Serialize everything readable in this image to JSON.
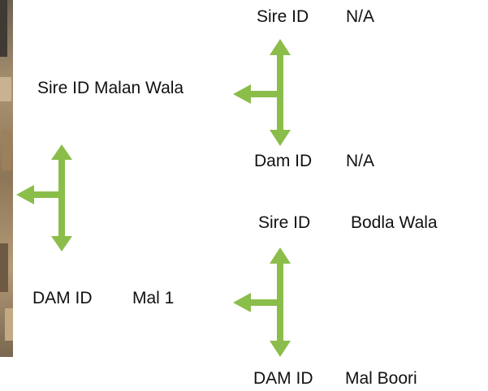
{
  "pedigree": {
    "sire": {
      "label": "Sire ID Malan Wala",
      "sire": {
        "label": "Sire ID",
        "value": "N/A"
      },
      "dam": {
        "label": "Dam ID",
        "value": "N/A"
      }
    },
    "dam": {
      "label": "DAM ID",
      "value": "Mal 1",
      "sire": {
        "label": "Sire ID",
        "value": "Bodla Wala"
      },
      "dam": {
        "label": "DAM ID",
        "value": "Mal Boori"
      }
    }
  },
  "colors": {
    "arrow": "#8bbd4a",
    "text": "#111111",
    "photo": "#a48766"
  }
}
